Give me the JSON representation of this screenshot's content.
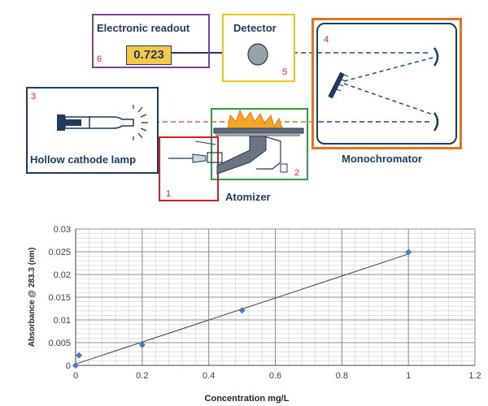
{
  "diagram": {
    "readout": {
      "title": "Electronic readout",
      "number": "6",
      "value": "0.723"
    },
    "detector": {
      "title": "Detector",
      "number": "5"
    },
    "monochromator": {
      "title": "Monochromator",
      "number": "4"
    },
    "lamp": {
      "title": "Hollow cathode lamp",
      "number": "3"
    },
    "atomizer": {
      "title": "Atomizer",
      "number_burner": "2",
      "number_nebulizer": "1"
    },
    "colors": {
      "readout_box": "#7b3fa0",
      "detector_box": "#f2c418",
      "monochromator_box": "#e8731e",
      "lamp_box": "#1f3a5f",
      "atomizer_box": "#2ea043",
      "nebulizer_box": "#d62020",
      "beam": "#e8603a",
      "light_path": "#1f4e79",
      "flame": "#f5a623",
      "readout_fill": "#f6c84a"
    }
  },
  "chart_data": {
    "type": "scatter",
    "xlabel": "Concentration mg/L",
    "ylabel": "Absorbance @ 283.3 (nm)",
    "xlim": [
      0,
      1.2
    ],
    "ylim": [
      0,
      0.03
    ],
    "x_ticks": [
      "0",
      "0.2",
      "0.4",
      "0.6",
      "0.8",
      "1",
      "1.2"
    ],
    "y_ticks": [
      "0",
      "0.005",
      "0.01",
      "0.015",
      "0.02",
      "0.025",
      "0.03"
    ],
    "grid": true,
    "points": [
      {
        "x": 0,
        "y": 0
      },
      {
        "x": 0.01,
        "y": 0.0022
      },
      {
        "x": 0.2,
        "y": 0.0045
      },
      {
        "x": 0.5,
        "y": 0.0121
      },
      {
        "x": 1,
        "y": 0.0249
      }
    ],
    "trendline": {
      "x": [
        0,
        1
      ],
      "y": [
        0.0003,
        0.0245
      ]
    },
    "marker_color": "#4a78c2"
  }
}
